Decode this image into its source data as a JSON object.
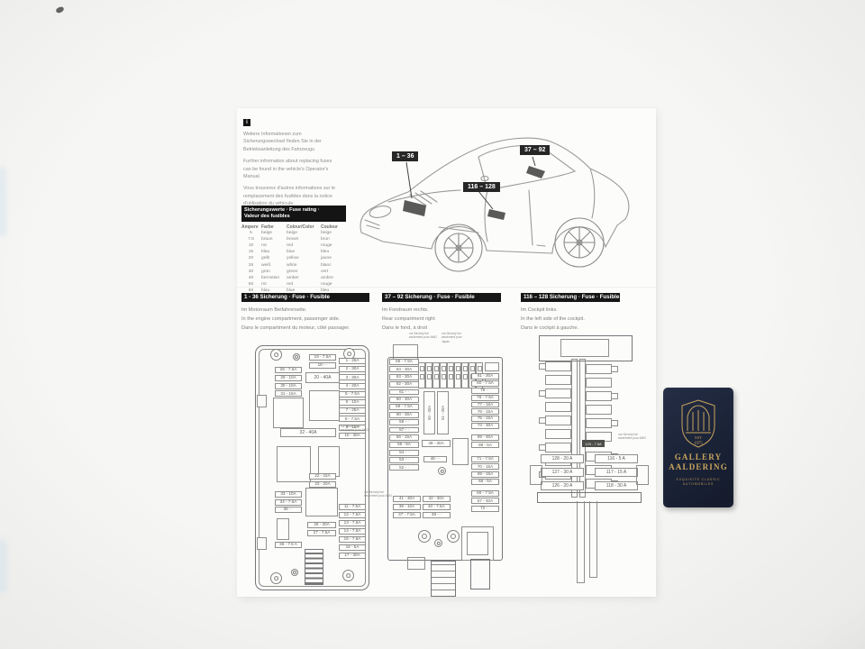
{
  "colors": {
    "page_bg": "#f4f4f2",
    "paper": "#fcfcfb",
    "header_bar": "#161616",
    "booklet_bg": "#1a2236",
    "booklet_gold": "#c9a55e"
  },
  "info_block": {
    "icon": "i",
    "paragraphs": [
      "Weitere Informationen zum Sicherungswechsel finden Sie in der Betriebsanleitung des Fahrzeugs.",
      "Further information about replacing fuses can be found in the vehicle's Operator's Manual.",
      "Vous trouverez d'autres informations sur le remplacement des fusibles dans la notice d'utilisation du véhicule."
    ]
  },
  "fuse_rating_table": {
    "title_line1": "Sicherungswerte · Fuse rating ·",
    "title_line2": "Valeur des fusibles",
    "columns": [
      "Ampere",
      "Farbe",
      "Colour/Color",
      "Couleur"
    ],
    "rows": [
      [
        "5",
        "beige",
        "beige",
        "beige"
      ],
      [
        "7.5",
        "braun",
        "brown",
        "brun"
      ],
      [
        "10",
        "rot",
        "red",
        "rouge"
      ],
      [
        "15",
        "blau",
        "blue",
        "bleu"
      ],
      [
        "20",
        "gelb",
        "yellow",
        "jaune"
      ],
      [
        "25",
        "weiß",
        "white",
        "blanc"
      ],
      [
        "30",
        "grün",
        "green",
        "vert"
      ],
      [
        "40",
        "bernstein",
        "amber",
        "ambre"
      ],
      [
        "50",
        "rot",
        "red",
        "rouge"
      ],
      [
        "60",
        "blau",
        "blue",
        "bleu"
      ]
    ]
  },
  "car_labels": {
    "front": "1 – 36",
    "rear": "37 – 92",
    "door": "116 – 128"
  },
  "sections": {
    "engine": {
      "header": "1 - 36 Sicherung · Fuse · Fusible",
      "lines": [
        "Im Motorraum Beifahrerseite.",
        "In the engine compartment, passenger side.",
        "Dans le compartiment du moteur, côté passager."
      ],
      "left_top": [
        "28 - 7.5A",
        "29 - 10A",
        "30 - 10A",
        "31 - 15A"
      ],
      "left_bottom": [
        "33 - 10A",
        "34 - 7.5A",
        "35 -  ·"
      ],
      "left_single": "36 - 7.5 A",
      "mid_top": [
        "19 - 7.5A",
        "18 -  ·"
      ],
      "relay20": "20 - 40A",
      "relay32": "32 - 40A",
      "mid_mid": [
        "22 - 15A",
        "23 - 20A",
        "24 - 15A",
        "25 - 15A"
      ],
      "mid_low": [
        "26 - 20A",
        "27 - 7.5A"
      ],
      "right_top": [
        "1 - 25A",
        "2 - 30A",
        "3 - 30A",
        "4 - 20A",
        "5 - 7.5A",
        "6 - 10A",
        "7 - 25A",
        "8 - 7.5A",
        "9 - 15A",
        "10 - 30A"
      ],
      "right_bottom": [
        "11 - 7.5A",
        "12 - 7.5A",
        "13 - 7.5A",
        "14 - 7.5A",
        "15 - 7.5A",
        "16 - 5A",
        "17 - 30A"
      ],
      "note": "nur für/only for/ seulement pour AMG"
    },
    "rear": {
      "header": "37 – 92 Sicherung · Fuse · Fusible",
      "lines": [
        "Im Fondraum rechts.",
        "Rear compartment right",
        "Dans le fond, à droit"
      ],
      "notes_top": [
        "nur für/only for/ seulement pour AMG",
        "nur für/only for/ seulement pour Japan"
      ],
      "left_col": [
        "65 - 7.5A",
        "64 - 30A",
        "63 - 30A",
        "62 - 30A",
        "61 -  ·",
        "60 - 30A",
        "59 - 7.5A",
        "90 - 30A",
        "58 -  ·",
        "57 -  ·",
        "56 - 15A",
        "55 - 5A",
        "54 -  ·",
        "53 -  ·",
        "52 -  ·"
      ],
      "vertical": [
        "50 - 30A",
        "51 - 30A"
      ],
      "mid49": "49 - 30A",
      "mid48": "48 -  ·",
      "right_top": [
        "81 - 30A",
        "80 - 7.5A",
        "79 -  ·",
        "78 - 7.5A",
        "77 - 15A",
        "76 - 15A",
        "75 - 15A",
        "74 - 30A"
      ],
      "right_mid": [
        "89 - 30A",
        "88 - 5A"
      ],
      "right_low": [
        "71 - 7.5A",
        "70 - 15A",
        "69 - 15A",
        "68 - 5A"
      ],
      "bottom_left": [
        "41 - 30A",
        "42 - 30A",
        "39 - 10A",
        "40 - 7.5A",
        "37 - 7.5A",
        "38 -  ·"
      ],
      "bottom_right": [
        "66 - 7.5A",
        "67 - 40A",
        "72 -  ·"
      ],
      "note": "nur für/only for/ seulement pour AMG"
    },
    "cockpit": {
      "header": "116 – 128 Sicherung · Fuse · Fusible",
      "lines": [
        "Im Cockpit links.",
        "In the left side of the cockpit.",
        "Dans le cockpit à gauche."
      ],
      "tag": "125 - 7.5A",
      "left_fuses": [
        "128 - 20 A",
        "127 - 30 A",
        "126 - 20 A"
      ],
      "right_fuses": [
        "116 - 5 A",
        "117 - 15 A",
        "118 - 30 A"
      ],
      "note": "nur für/only for/ seulement pour AMG"
    }
  },
  "booklet": {
    "est": "EST",
    "year": "1975",
    "title1": "GALLERY",
    "title2": "AALDERING",
    "subtitle1": "EXQUISITE CLASSIC",
    "subtitle2": "AUTOMOBILES"
  }
}
